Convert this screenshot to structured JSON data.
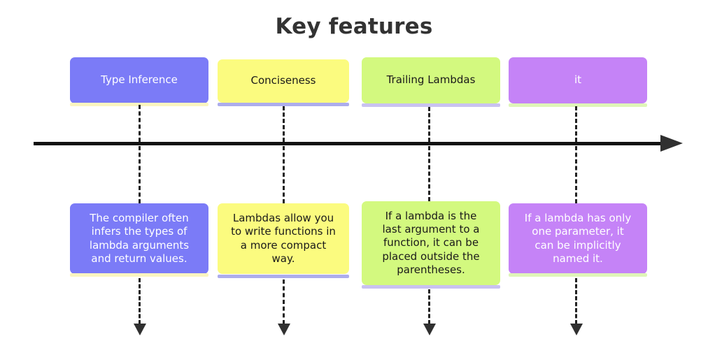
{
  "page": {
    "title": "Key features",
    "title_color": "#333333",
    "background": "#ffffff"
  },
  "axis": {
    "name": "timeline-arrow",
    "color": "#111111",
    "direction": "left-to-right"
  },
  "palette": {
    "periwinkle": "#7b7bf7",
    "yellow": "#fbfb7f",
    "green": "#d3f97f",
    "violet": "#c583f7",
    "cream_accent": "#fbf5c0",
    "periwinkle_accent": "#adadec",
    "green_accent": "#dff5b8",
    "text_light": "#ffffff",
    "text_dark": "#1a1a1a"
  },
  "features": [
    {
      "id": "type-inference",
      "label": "Type Inference",
      "description": "The compiler often\ninfers the types of\nlambda arguments\nand return values.",
      "fill": "#7b7bf7",
      "text_color": "#ffffff",
      "accent": "#fbf5c0"
    },
    {
      "id": "conciseness",
      "label": "Conciseness",
      "description": "Lambdas allow you\nto write functions in\na more compact\nway.",
      "fill": "#fbfb7f",
      "text_color": "#1a1a1a",
      "accent": "#adadec"
    },
    {
      "id": "trailing-lambdas",
      "label": "Trailing Lambdas",
      "description": "If a lambda is the\nlast argument to a\nfunction, it can be\nplaced outside the\nparentheses.",
      "fill": "#d3f97f",
      "text_color": "#1a1a1a",
      "accent": "#c9c2f0"
    },
    {
      "id": "it",
      "label": "it",
      "description": "If a lambda has only\none parameter,  it\ncan be implicitly\nnamed it.",
      "fill": "#c583f7",
      "text_color": "#ffffff",
      "accent": "#dff5b8"
    }
  ]
}
